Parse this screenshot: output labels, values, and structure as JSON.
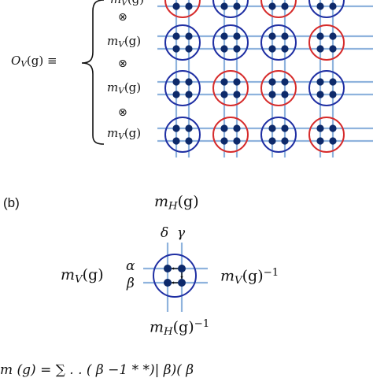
{
  "panel_a": {
    "lhs": {
      "O": "O",
      "O_sub": "V",
      "arg": "(g) ≡"
    },
    "rows": [
      {
        "m": "m",
        "sub": "V",
        "arg": "(g)"
      },
      {
        "m": "m",
        "sub": "V",
        "arg": "(g)"
      },
      {
        "m": "m",
        "sub": "V",
        "arg": "(g)"
      },
      {
        "m": "m",
        "sub": "V",
        "arg": "(g)"
      }
    ],
    "tensor": "⊗",
    "circle_pattern": [
      [
        "red",
        "blue",
        "red",
        "blue"
      ],
      [
        "blue",
        "blue",
        "blue",
        "red"
      ],
      [
        "blue",
        "red",
        "red",
        "blue"
      ],
      [
        "blue",
        "red",
        "blue",
        "red"
      ]
    ]
  },
  "panel_b": {
    "label": "(b)",
    "top": {
      "m": "m",
      "sub": "H",
      "arg": "(g)"
    },
    "bottom": {
      "m": "m",
      "sub": "H",
      "arg": "(g)",
      "sup": "−1"
    },
    "left": {
      "m": "m",
      "sub": "V",
      "arg": "(g)"
    },
    "right": {
      "m": "m",
      "sub": "V",
      "arg": "(g)",
      "sup": "−1"
    },
    "indices": {
      "delta": "δ",
      "gamma": "γ",
      "alpha": "α",
      "beta": "β"
    }
  },
  "formula_fragment": "m  (g) = ∑  . . (  β  −1  *  *)|     β)(   β",
  "colors": {
    "blue_ring": "#1f2fa3",
    "red_ring": "#d62b2b",
    "line": "#8fb3dd",
    "dot": "#0d2a6b"
  }
}
